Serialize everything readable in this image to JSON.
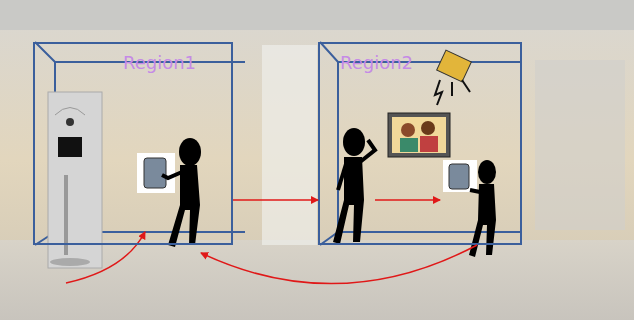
{
  "diagram": {
    "nodes": [
      {
        "text": [
          "Region1"
        ]
      },
      {
        "text": [
          "Region2"
        ]
      }
    ],
    "edges": [
      {
        "from": 0,
        "to": 1,
        "arrow": "to"
      },
      {
        "from": 1,
        "to": 0,
        "arrow": "to"
      }
    ]
  }
}
